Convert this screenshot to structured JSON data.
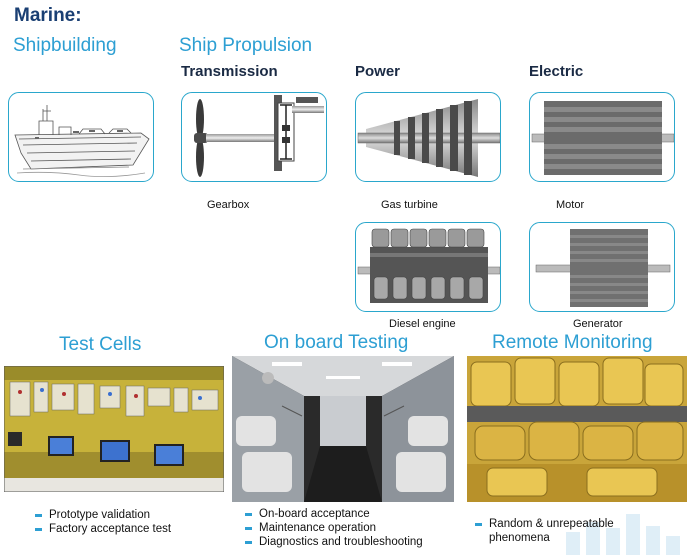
{
  "heading": "Marine:",
  "sections": {
    "shipbuilding": "Shipbuilding",
    "propulsion": "Ship Propulsion",
    "transmission": "Transmission",
    "power": "Power",
    "electric": "Electric"
  },
  "captions": {
    "gearbox": "Gearbox",
    "gas_turbine": "Gas turbine",
    "motor": "Motor",
    "diesel_engine": "Diesel engine",
    "generator": "Generator"
  },
  "applications": {
    "test_cells": {
      "title": "Test Cells",
      "bullets": [
        "Prototype validation",
        "Factory acceptance test"
      ]
    },
    "onboard": {
      "title": "On board Testing",
      "bullets": [
        "On-board acceptance",
        "Maintenance operation",
        "Diagnostics and troubleshooting"
      ]
    },
    "remote": {
      "title": "Remote Monitoring",
      "bullets": [
        "Random & unrepeatable phenomena"
      ]
    }
  },
  "colors": {
    "heading": "#1a3f73",
    "section": "#2d9fd3",
    "card_border": "#2aa7cc"
  }
}
